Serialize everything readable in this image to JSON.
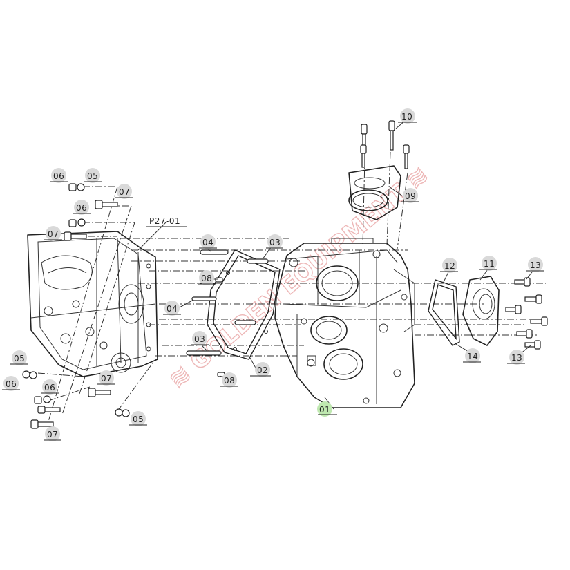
{
  "callouts": {
    "c01": "01",
    "c02": "02",
    "c03a": "03",
    "c03b": "03",
    "c04a": "04",
    "c04b": "04",
    "c05a": "05",
    "c05b": "05",
    "c05c": "05",
    "c06a": "06",
    "c06b": "06",
    "c06c": "06",
    "c06d": "06",
    "c07a": "07",
    "c07b": "07",
    "c07c": "07",
    "c07d": "07",
    "c08a": "08",
    "c08b": "08",
    "c09": "09",
    "c10": "10",
    "c11": "11",
    "c12": "12",
    "c13a": "13",
    "c13b": "13",
    "c14": "14",
    "p27": "P27-01"
  },
  "colors": {
    "highlight_bubble": "#bfe8b0",
    "bubble": "#d9d9d9",
    "watermark": "#e8a0a0"
  },
  "icons": {
    "main_housing": "gearbox-housing-icon",
    "rear_housing": "rear-housing-icon"
  }
}
